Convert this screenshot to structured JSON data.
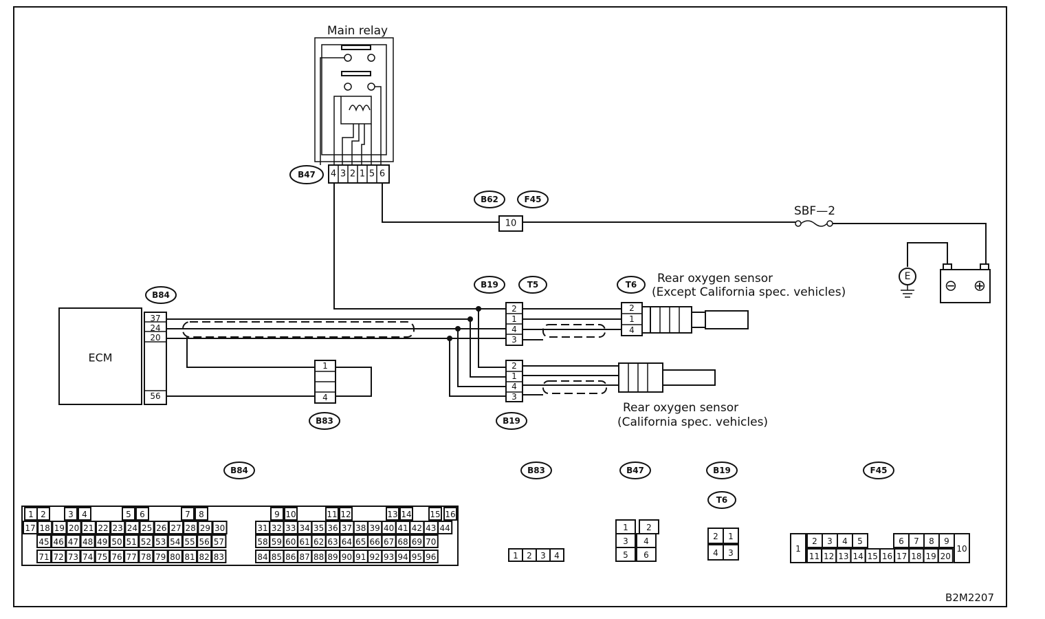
{
  "labels": {
    "main_relay": "Main relay",
    "ecm": "ECM",
    "fuse": "SBF—2",
    "sensor_except_line1": "Rear oxygen sensor",
    "sensor_except_line2": "(Except California spec. vehicles)",
    "sensor_calif_line1": "Rear oxygen sensor",
    "sensor_calif_line2": "(California spec. vehicles)",
    "drawing_code": "B2M2207",
    "ground": "E",
    "battery_neg": "⊖",
    "battery_pos": "⊕"
  },
  "tags": {
    "B47": "B47",
    "B62": "B62",
    "F45": "F45",
    "B19": "B19",
    "T5": "T5",
    "T6": "T6",
    "B84": "B84",
    "B83": "B83",
    "B19_lower": "B19",
    "legend_B84": "B84",
    "legend_B83": "B83",
    "legend_B47": "B47",
    "legend_B19": "B19",
    "legend_T6": "T6",
    "legend_F45": "F45"
  },
  "pins": {
    "relay": [
      "4",
      "3",
      "2",
      "1",
      "5",
      "6"
    ],
    "b62_f45": "10",
    "ecm": [
      "37",
      "24",
      "20",
      "56"
    ],
    "b83": [
      "1",
      "",
      "",
      "4"
    ],
    "b19_upper": [
      "2",
      "1",
      "4",
      "3"
    ],
    "b19_lower": [
      "2",
      "1",
      "4",
      "3"
    ],
    "t6": [
      "2",
      "1",
      "4"
    ]
  },
  "legend_connectors": {
    "b84_row1": [
      "1",
      "2",
      "3",
      "4",
      "5",
      "6",
      "7",
      "8",
      "9",
      "10",
      "11",
      "12",
      "13",
      "14",
      "15",
      "16"
    ],
    "b84_row2": [
      "17",
      "18",
      "19",
      "20",
      "21",
      "22",
      "23",
      "24",
      "25",
      "26",
      "27",
      "28",
      "29",
      "30",
      "31",
      "32",
      "33",
      "34",
      "35",
      "36",
      "37",
      "38",
      "39",
      "40",
      "41",
      "42",
      "43",
      "44"
    ],
    "b84_row3": [
      "45",
      "46",
      "47",
      "48",
      "49",
      "50",
      "51",
      "52",
      "53",
      "54",
      "55",
      "56",
      "57",
      "58",
      "59",
      "60",
      "61",
      "62",
      "63",
      "64",
      "65",
      "66",
      "67",
      "68",
      "69",
      "70"
    ],
    "b84_row4": [
      "71",
      "72",
      "73",
      "74",
      "75",
      "76",
      "77",
      "78",
      "79",
      "80",
      "81",
      "82",
      "83",
      "84",
      "85",
      "86",
      "87",
      "88",
      "89",
      "90",
      "91",
      "92",
      "93",
      "94",
      "95",
      "96"
    ],
    "b83": [
      "1",
      "2",
      "3",
      "4"
    ],
    "b47": [
      "1",
      "2",
      "3",
      "4",
      "5",
      "6"
    ],
    "b19": [
      "2",
      "1",
      "4",
      "3"
    ],
    "f45_row1": [
      "1",
      "2",
      "3",
      "4",
      "5",
      "6",
      "7",
      "8",
      "9",
      "10"
    ],
    "f45_row2": [
      "11",
      "12",
      "13",
      "14",
      "15",
      "16",
      "17",
      "18",
      "19",
      "20"
    ]
  }
}
